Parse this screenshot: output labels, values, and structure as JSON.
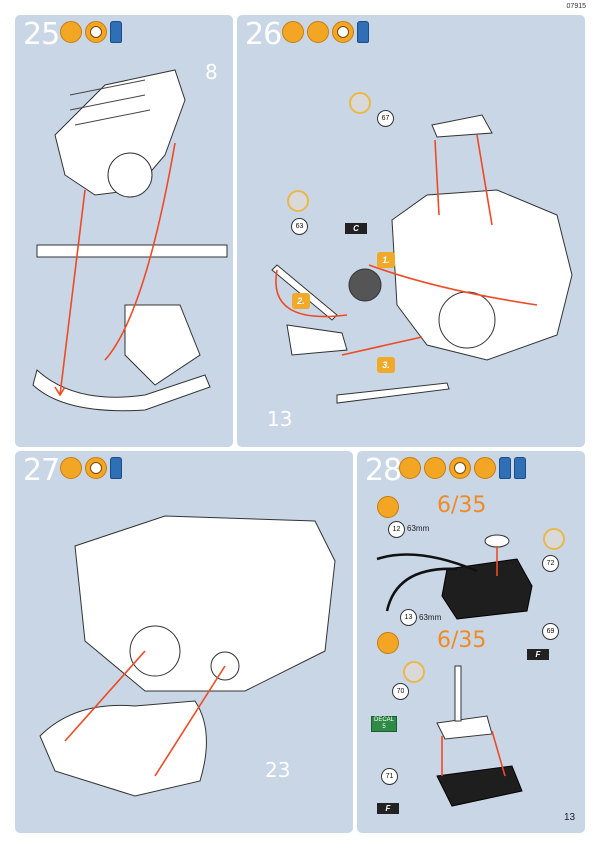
{
  "header": {
    "code": "07915"
  },
  "page": {
    "number": "13"
  },
  "steps": [
    {
      "number": "25",
      "callouts": [
        "8"
      ]
    },
    {
      "number": "26",
      "parts": [
        "67",
        "63"
      ],
      "sequence": [
        "1.",
        "2.",
        "3."
      ],
      "callouts": [
        "13"
      ],
      "flag_letter": "C"
    },
    {
      "number": "27",
      "callouts": [
        "23"
      ]
    },
    {
      "number": "28",
      "parts": [
        "72",
        "69",
        "70",
        "71"
      ],
      "cut_labels": [
        "12",
        "13"
      ],
      "cut_lengths": [
        "63mm",
        "63mm"
      ],
      "ref_1": "6/35",
      "ref_2": "6/35",
      "decal": {
        "line1": "DECAL",
        "line2": "5"
      },
      "flag_letter": "F"
    }
  ]
}
